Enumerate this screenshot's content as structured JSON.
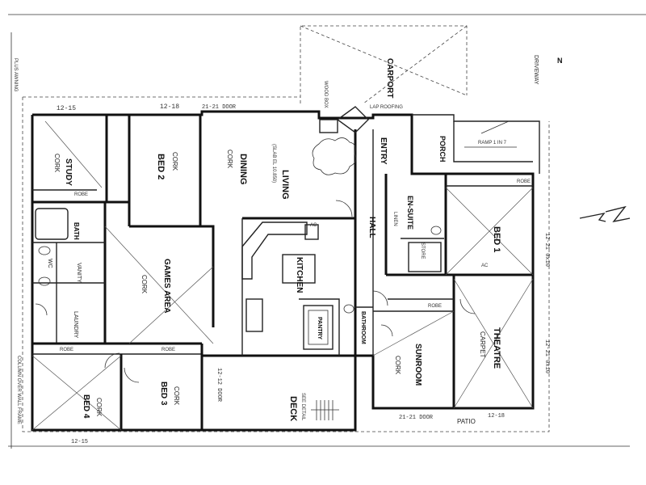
{
  "rooms": {
    "study": "STUDY",
    "study_cork": "CORK",
    "bed2": "BED 2",
    "bed2_cork": "CORK",
    "dining": "DINING",
    "living": "LIVING",
    "dining_cork": "CORK",
    "dining_note": "(SLAB EL 10.850)",
    "entry": "ENTRY",
    "porch": "PORCH",
    "carport": "CARPORT",
    "ensuite": "EN-SUITE",
    "bed1": "BED 1",
    "hall": "HALL",
    "bath": "BATH",
    "vanity": "VANITY",
    "wc": "WC",
    "laundry": "LAUNDRY",
    "games": "GAMES AREA",
    "games_cork": "CORK",
    "kitchen": "KITCHEN",
    "pantry": "PANTRY",
    "bathroom": "BATHROOM",
    "sunroom": "SUNROOM",
    "sunroom_cork": "CORK",
    "theatre": "THEATRE",
    "theatre_carpet": "CARPET",
    "bed4": "BED 4",
    "bed4_cork": "CORK",
    "bed3": "BED 3",
    "bed3_cork": "CORK",
    "deck": "DECK",
    "deck_note": "SEE DETAIL",
    "patio": "PATIO",
    "driveway": "DRIVEWAY",
    "wood_box": "WOOD BOX",
    "store": "STORE",
    "robe": "ROBE",
    "linen": "LINEN",
    "ac": "AC"
  },
  "dimensions": {
    "top_left": "12-15",
    "top_mid": "12-18",
    "right_theatre": "12-21 0x10",
    "right_bed1": "12-21 0x10",
    "bottom_left": "12-15",
    "bottom_deck": "21-21 DOOR",
    "bottom_right": "12-18",
    "deck_top": "12-12 DOOR",
    "study_door": "21-21 DOOR",
    "lap_roofing": "LAP ROOFING",
    "ramp": "RAMP 1 IN 7",
    "north": "N",
    "awning": "PLUS AWNING",
    "column": "COLUMN OVER WALL FRAME"
  }
}
